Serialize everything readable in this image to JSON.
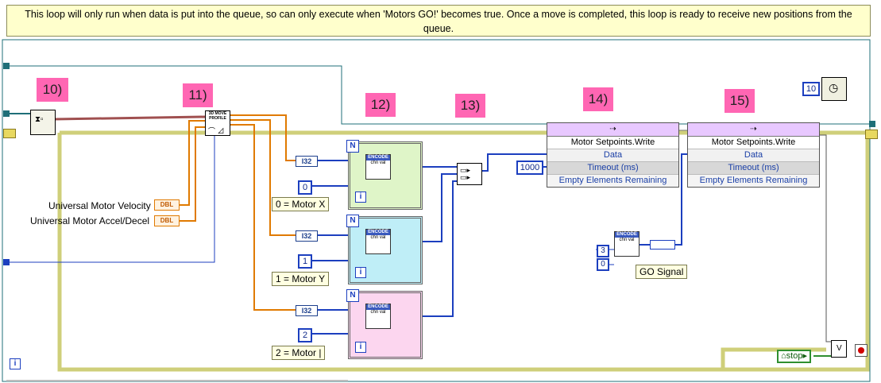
{
  "comment": "This loop will only run when data is put into the queue, so can only execute when 'Motors GO!' becomes true. Once a move is completed, this loop is ready to receive new positions from the queue.",
  "steps": [
    "10)",
    "11)",
    "12)",
    "13)",
    "14)",
    "15)"
  ],
  "inputs": {
    "velocity_label": "Universal Motor Velocity",
    "accel_label": "Universal Motor Accel/Decel",
    "dbl_tag": "DBL"
  },
  "profile_node": {
    "title": "3D MOVE PROFILE"
  },
  "i32_tag": "I32",
  "encode_tag": "ENCODE",
  "encode_ports": "chn val",
  "for_loops": [
    {
      "N": "N",
      "index_const": "0",
      "note": "0 = Motor X",
      "color": "#dff5c8"
    },
    {
      "N": "N",
      "index_const": "1",
      "note": "1 = Motor Y",
      "color": "#bfeef7"
    },
    {
      "N": "N",
      "index_const": "2",
      "note": "2 = Motor |",
      "color": "#fcd6ef"
    }
  ],
  "loop_index": "i",
  "timeout_const": "1000",
  "method_nodes": [
    {
      "title": "Motor Setpoints.Write",
      "rows": [
        "Data",
        "Timeout (ms)",
        "Empty Elements Remaining"
      ]
    },
    {
      "title": "Motor Setpoints.Write",
      "rows": [
        "Data",
        "Timeout (ms)",
        "Empty Elements Remaining"
      ]
    }
  ],
  "go_encode": {
    "chn_const": "3",
    "val_const": "0",
    "label": "GO Signal"
  },
  "wait_const": "10",
  "stop_label": "stop",
  "colors": {
    "orange_wire": "#e07a00",
    "blue_wire": "#1c3fbf",
    "loop_border": "#7f7f5a",
    "teal_wire": "#1f6f78"
  }
}
